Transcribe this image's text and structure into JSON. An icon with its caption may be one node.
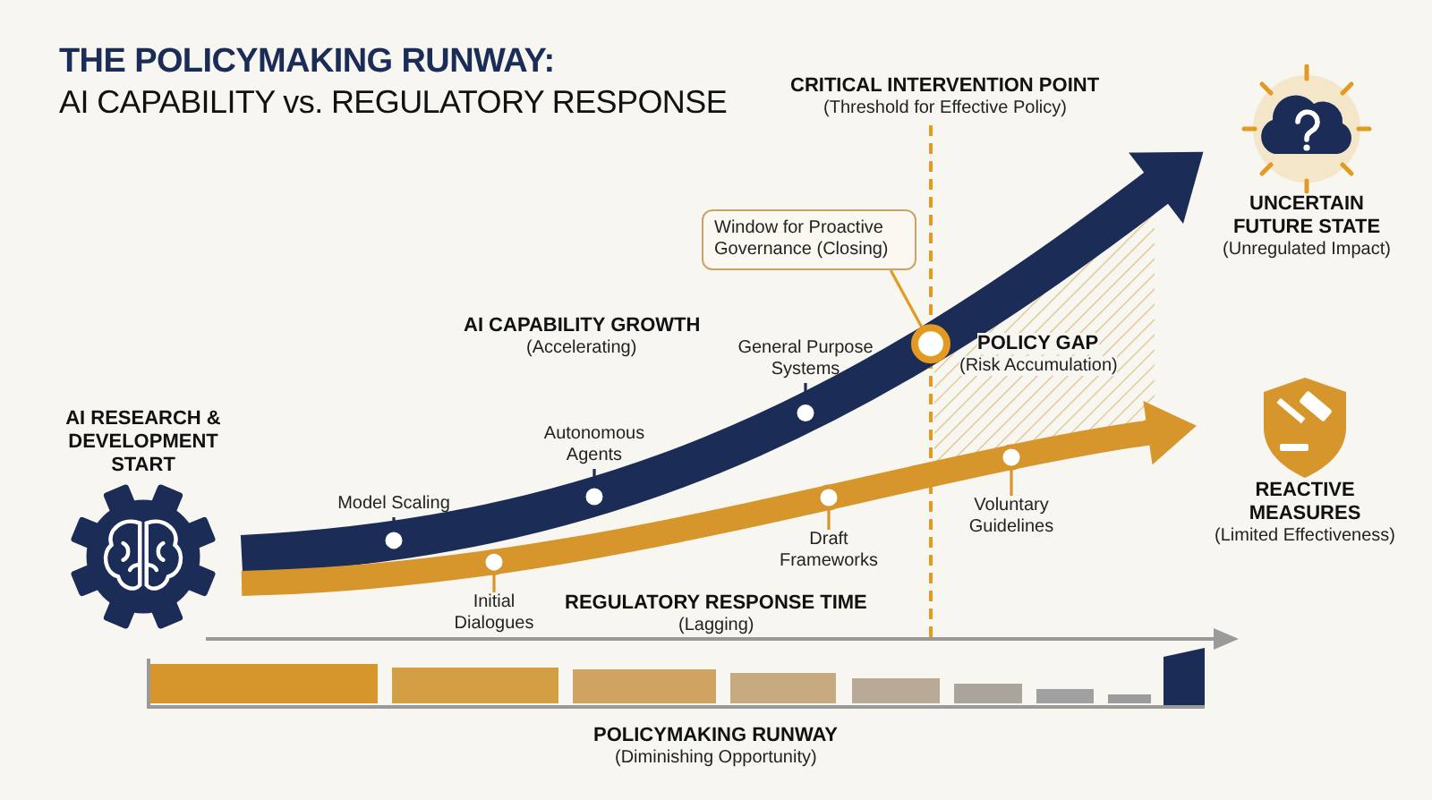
{
  "diagram": {
    "title": "**THE POLICYMAKING RUNWAY:** AI CAPABILITY vs. REGULATORY RESPONSE",
    "nodes": [
      {
        "text": [
          "AI RESEARCH & DEVELOPMENT START"
        ]
      },
      {
        "text": [
          "Model Scaling"
        ]
      },
      {
        "text": [
          "Autonomous Agents"
        ]
      },
      {
        "text": [
          "General Purpose Systems"
        ]
      },
      {
        "text": [
          "Window for Proactive Governance (Closing)"
        ]
      },
      {
        "text": [
          "UNCERTAIN FUTURE STATE",
          "(Unregulated Impact)"
        ]
      },
      {
        "text": [
          "Initial Dialogues"
        ]
      },
      {
        "text": [
          "Draft Frameworks"
        ]
      },
      {
        "text": [
          "Voluntary Guidelines"
        ]
      },
      {
        "text": [
          "REACTIVE MEASURES",
          "(Limited Effectiveness)"
        ]
      }
    ],
    "edges": [
      {
        "from": 0,
        "to": 5,
        "arrow": "to",
        "style": "thick",
        "color": "#1b2d56"
      },
      {
        "from": 0,
        "to": 9,
        "arrow": "to",
        "style": "thick",
        "color": "#d6962c"
      },
      {
        "from": 1,
        "to": null,
        "arrow": "other",
        "color": "#1b2d56"
      },
      {
        "from": 2,
        "to": null,
        "arrow": "other",
        "color": "#1b2d56"
      },
      {
        "from": 3,
        "to": null,
        "arrow": "other",
        "color": "#1b2d56"
      },
      {
        "from": 4,
        "to": null,
        "arrow": "other",
        "color": "#e39a22"
      },
      {
        "from": 6,
        "to": null,
        "arrow": "other",
        "color": "#d6962c"
      },
      {
        "from": 7,
        "to": null,
        "arrow": "other",
        "color": "#d6962c"
      },
      {
        "from": 8,
        "to": null,
        "arrow": "other",
        "color": "#d6962c"
      }
    ],
    "labels": [
      "CRITICAL INTERVENTION POINT",
      "(Threshold for Effective Policy)",
      "AI CAPABILITY GROWTH",
      "(Accelerating)",
      "POLICY GAP",
      "(Risk Accumulation)",
      "REGULATORY RESPONSE TIME",
      "(Lagging)",
      "POLICYMAKING RUNWAY",
      "(Diminishing Opportunity)"
    ]
  }
}
